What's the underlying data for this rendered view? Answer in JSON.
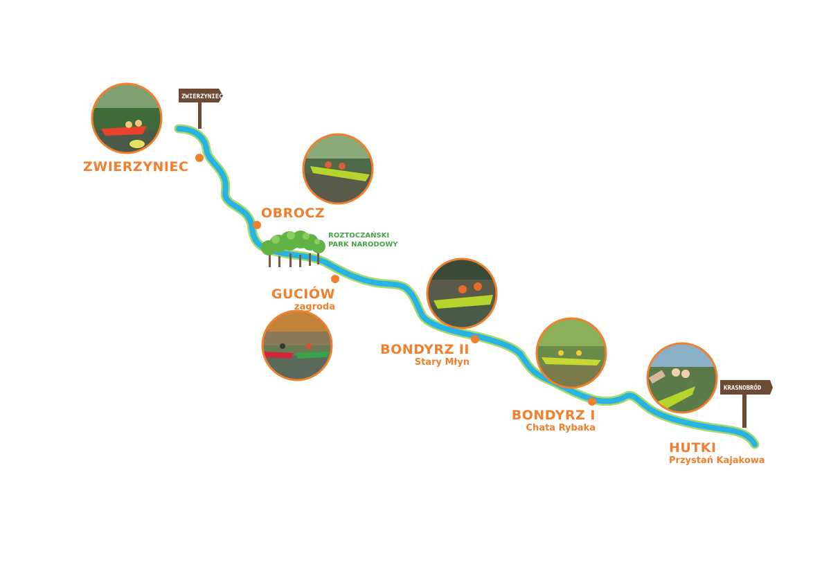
{
  "colors": {
    "river": "#27b3e3",
    "river_edge": "#a8d96a",
    "accent_orange": "#f07f2e",
    "park_green": "#4aa246",
    "sign_wood": "#6d4a33"
  },
  "signs": {
    "start": "ZWIERZYNIEC",
    "end": "KRASNOBRÓD"
  },
  "park": {
    "line1": "ROZTOCZAŃSKI",
    "line2": "PARK NARODOWY"
  },
  "stops": [
    {
      "id": "zwierzyniec",
      "name": "ZWIERZYNIEC",
      "sub": ""
    },
    {
      "id": "obrocz",
      "name": "OBROCZ",
      "sub": ""
    },
    {
      "id": "guciow",
      "name": "GUCIÓW",
      "sub": "zagroda"
    },
    {
      "id": "bondyrz2",
      "name": "BONDYRZ II",
      "sub": "Stary Młyn"
    },
    {
      "id": "bondyrz1",
      "name": "BONDYRZ I",
      "sub": "Chata Rybaka"
    },
    {
      "id": "hutki",
      "name": "HUTKI",
      "sub": "Przystań Kajakowa"
    }
  ],
  "photos": [
    {
      "id": "photo-1",
      "scene": "kayakers-red-kayak-forest"
    },
    {
      "id": "photo-2",
      "scene": "kayakers-green-kayak-river"
    },
    {
      "id": "photo-3",
      "scene": "kayakers-red-green-kayaks-bank"
    },
    {
      "id": "photo-4",
      "scene": "kayakers-green-kayak-reeds"
    },
    {
      "id": "photo-5",
      "scene": "kayakers-green-kayak-grass"
    },
    {
      "id": "photo-6",
      "scene": "kayakers-green-kayak-sky"
    }
  ]
}
